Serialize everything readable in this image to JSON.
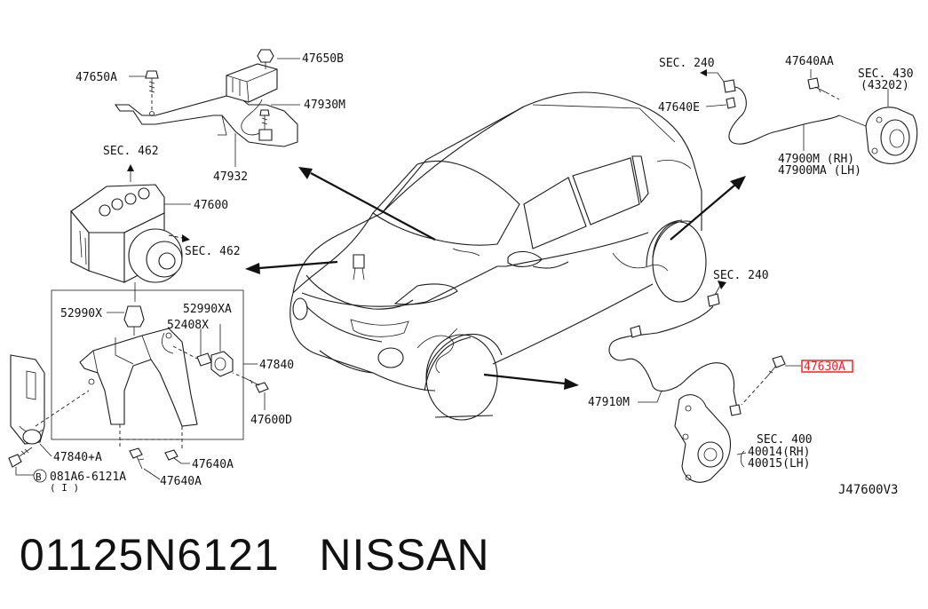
{
  "labels": {
    "l47650B": "47650B",
    "l47650A": "47650A",
    "l47930M": "47930M",
    "l47932": "47932",
    "sec462a": "SEC. 462",
    "l47600": "47600",
    "sec462b": "SEC. 462",
    "l52990X": "52990X",
    "l52990XA": "52990XA",
    "l52408X": "52408X",
    "l47840": "47840",
    "l47600D": "47600D",
    "l47840A": "47840+A",
    "l081A6": "081A6-6121A",
    "l081A6qty": "( I )",
    "bolt_badge": "B",
    "l47640Aa": "47640A",
    "l47640Ab": "47640A",
    "sec240a": "SEC. 240",
    "l47640AA": "47640AA",
    "sec430": "SEC. 430",
    "l43202": "(43202)",
    "l47640E": "47640E",
    "l47900M": "47900M  (RH)",
    "l47900MA": "47900MA (LH)",
    "sec240b": "SEC. 240",
    "l47630A": "47630A",
    "l47910M": "47910M",
    "sec400": "SEC. 400",
    "l40014": "40014(RH)",
    "l40015": "40015(LH)",
    "diagram_code": "J47600V3"
  },
  "caption": "01125N6121   NISSAN",
  "highlight_color": "#e8242a"
}
